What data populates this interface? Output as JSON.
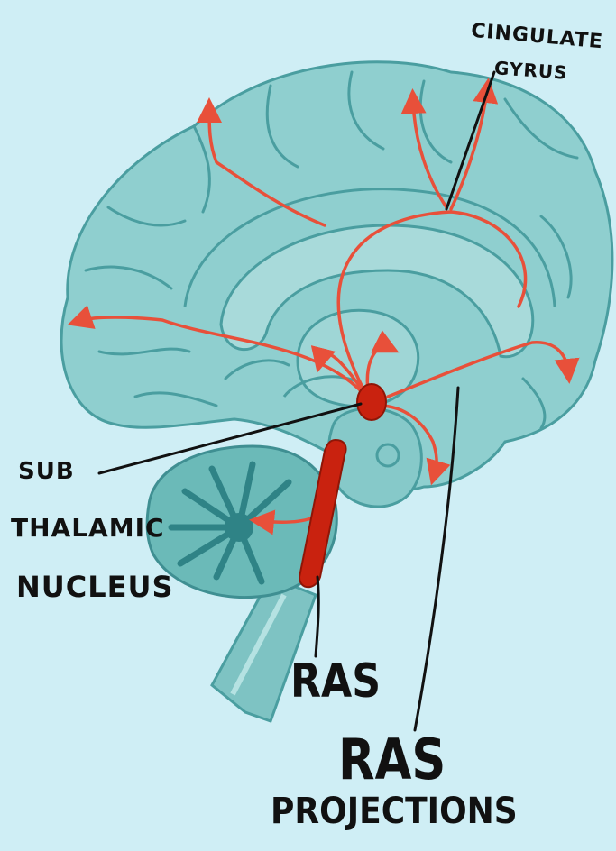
{
  "labels": {
    "cingulate_line1": "Cingulate",
    "cingulate_line2": "Gyrus",
    "subthalamic_line1": "Sub",
    "subthalamic_line2": "Thalamic",
    "subthalamic_line3": "Nucleus",
    "ras": "RAS",
    "ras_projections_line1": "RAS",
    "ras_projections_line2": "Projections"
  },
  "colors": {
    "background": "#cfeef5",
    "brain_fill": "#8fcfcf",
    "brain_outline": "#4a9ea0",
    "cerebellum_fill": "#6bbab8",
    "projection": "#e8503a",
    "ras_core": "#c9220f",
    "leader_line": "#111111"
  }
}
